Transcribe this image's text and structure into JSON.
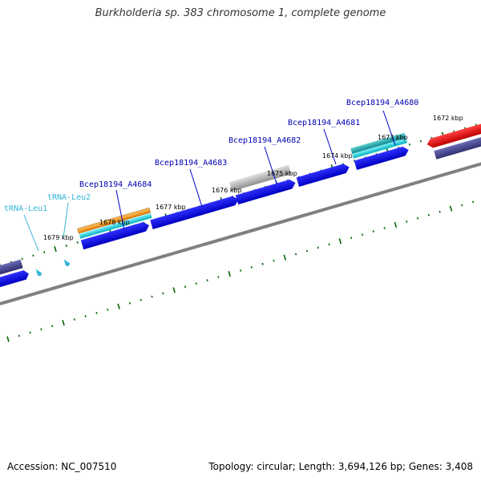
{
  "title": "Burkholderia sp. 383 chromosome 1, complete genome",
  "footer": {
    "accession": "Accession: NC_007510",
    "summary": "Topology: circular; Length: 3,694,126 bp; Genes: 3,408"
  },
  "kbp_ticks": [
    "1672 kbp",
    "1673 kbp",
    "1674 kbp",
    "1675 kbp",
    "1676 kbp",
    "1677 kbp",
    "1678 kbp",
    "1679 kbp"
  ],
  "gene_labels": [
    "Bcep18194_A4680",
    "Bcep18194_A4681",
    "Bcep18194_A4682",
    "Bcep18194_A4683",
    "Bcep18194_A4684"
  ],
  "trna_labels": [
    "tRNA-Leu2",
    "tRNA-Leu1"
  ],
  "colors": {
    "backbone": "#808080",
    "cds_forward": "#0000e0",
    "cds_dark": "#4a4a9a",
    "cds_red": "#e00000",
    "orange": "#ff9900",
    "cyan": "#00c8d8",
    "teal": "#20b0b8",
    "grey_feature": "#b0b0b0",
    "trna": "#33b5d8",
    "tick_green": "#006600"
  }
}
